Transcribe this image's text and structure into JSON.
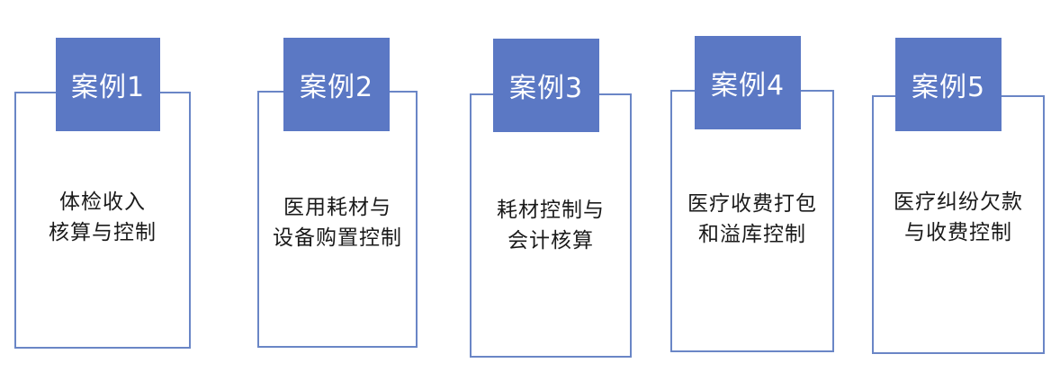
{
  "cases": [
    {
      "tab": "案例1",
      "lines": [
        "体检收入",
        "核算与控制"
      ]
    },
    {
      "tab": "案例2",
      "lines": [
        "医用耗材与",
        "设备购置控制"
      ]
    },
    {
      "tab": "案例3",
      "lines": [
        "耗材控制与",
        "会计核算"
      ]
    },
    {
      "tab": "案例4",
      "lines": [
        "医疗收费打包",
        "和溢库控制"
      ]
    },
    {
      "tab": "案例5",
      "lines": [
        "医疗纠纷欠款",
        "与收费控制"
      ]
    }
  ],
  "colors": {
    "tab_fill": "#5b78c4",
    "card_border": "#6a86c6",
    "tab_text": "#ffffff",
    "body_text": "#1a1a1a"
  }
}
